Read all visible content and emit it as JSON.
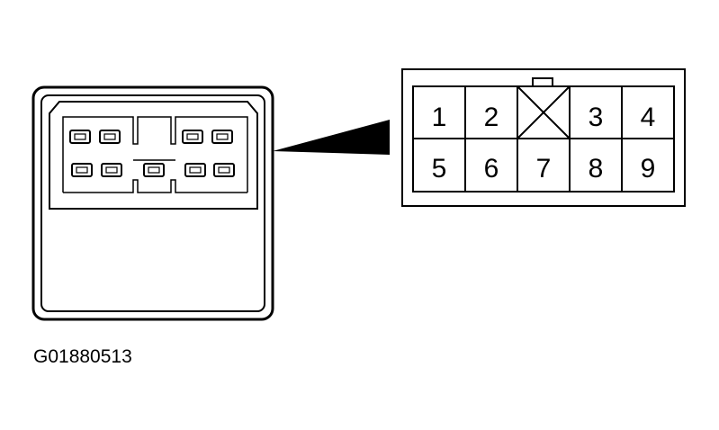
{
  "figure_id": "G01880513",
  "connector_face": {
    "row1": [
      "1",
      "2",
      "",
      "3",
      "4"
    ],
    "row2": [
      "5",
      "6",
      "7",
      "8",
      "9"
    ],
    "blanked_position": "row1 col3"
  },
  "colors": {
    "line": "#000000",
    "background": "#ffffff"
  }
}
